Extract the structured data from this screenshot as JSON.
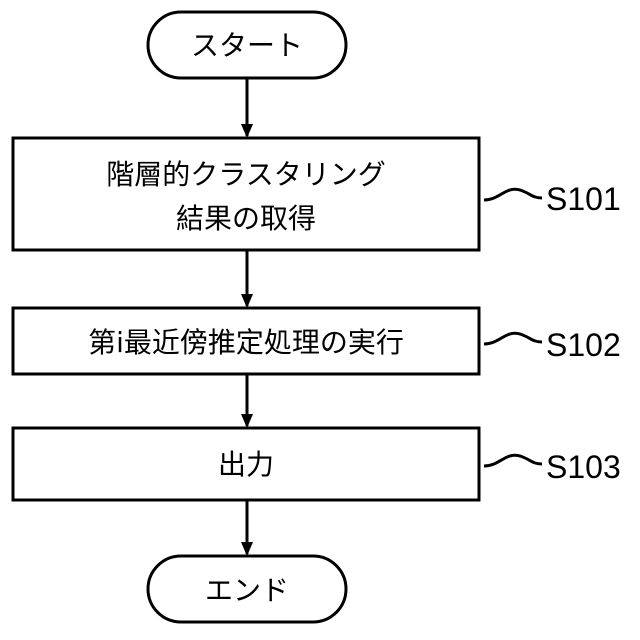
{
  "flowchart": {
    "start": "スタート",
    "steps": [
      {
        "line1": "階層的クラスタリング",
        "line2": "結果の取得",
        "label": "S101"
      },
      {
        "line1": "第i最近傍推定処理の実行",
        "label": "S102"
      },
      {
        "line1": "出力",
        "label": "S103"
      }
    ],
    "end": "エンド"
  }
}
